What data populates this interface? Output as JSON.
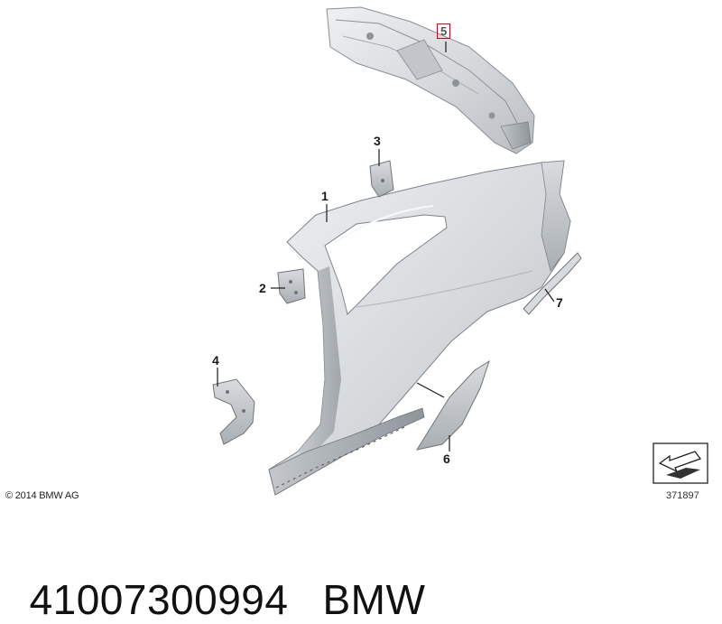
{
  "callouts": [
    {
      "id": "1",
      "label": "1"
    },
    {
      "id": "2",
      "label": "2"
    },
    {
      "id": "3",
      "label": "3"
    },
    {
      "id": "4",
      "label": "4"
    },
    {
      "id": "5",
      "label": "5"
    },
    {
      "id": "6",
      "label": "6"
    },
    {
      "id": "7",
      "label": "7"
    }
  ],
  "copyright": "© 2014 BMW AG",
  "reference_number": "371897",
  "part_number": "41007300994",
  "brand": "BMW",
  "colors": {
    "panel_light": "#e4e6e8",
    "panel_mid": "#c9ccd0",
    "panel_dark": "#9ea3a8",
    "highlight_box": "#d0021b",
    "text": "#111111"
  },
  "icons": [
    "direction-arrow-icon"
  ]
}
